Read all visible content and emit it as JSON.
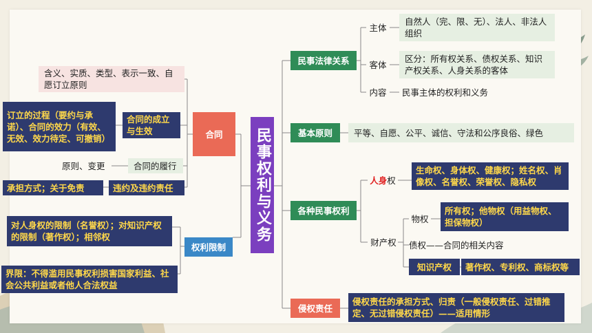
{
  "center": "民事权利与义务",
  "left": {
    "contract": {
      "label": "合同",
      "top_note": "含义、实质、类型、表示一致、自愿订立原则",
      "formation": {
        "label": "合同的成立与生效",
        "detail": "订立的过程（要约与承诺）、合同的效力（有效、无效、效力待定、可撤销）"
      },
      "performance": {
        "label": "合同的履行",
        "detail": "原则、变更"
      },
      "breach": {
        "label": "违约及违约责任",
        "detail": "承担方式；关于免责"
      }
    },
    "limits": {
      "label": "权利限制",
      "detail1": "对人身权的限制（名誉权）；对知识产权的限制（著作权）；相邻权",
      "detail2": "界限：不得滥用民事权利损害国家利益、社会公共利益或者他人合法权益"
    }
  },
  "right": {
    "relations": {
      "label": "民事法律关系",
      "subject": {
        "label": "主体",
        "detail": "自然人（完、限、无）、法人、非法人组织"
      },
      "object": {
        "label": "客体",
        "detail": "区分：所有权关系、债权关系、知识产权关系、人身关系的客体"
      },
      "content": {
        "label": "内容",
        "detail": "民事主体的权利和义务"
      }
    },
    "principles": {
      "label": "基本原则",
      "detail": "平等、自愿、公平、诚信、守法和公序良俗、绿色"
    },
    "rights": {
      "label": "各种民事权利",
      "personal": {
        "label_red": "人身",
        "label_rest": "权",
        "detail": "生命权、身体权、健康权；姓名权、肖像权、名誉权、荣誉权、隐私权"
      },
      "property": {
        "label": "财产权",
        "real": {
          "label": "物权",
          "detail": "所有权；他物权（用益物权、担保物权）"
        },
        "debt": {
          "label": "债权——合同的相关内容"
        },
        "ip": {
          "label": "知识产权",
          "detail": "著作权、专利权、商标权等"
        }
      }
    },
    "tort": {
      "label": "侵权责任",
      "detail": "侵权责任的承担方式、归责（一般侵权责任、过错推定、无过错侵权责任）——适用情形"
    }
  },
  "colors": {
    "navy": "#2e3a6e",
    "yellow": "#ffd84a",
    "green": "#2f8c57",
    "coral": "#ea6a56",
    "blue": "#3a88c7",
    "purple": "#7b3fbf",
    "red": "#e02020"
  }
}
